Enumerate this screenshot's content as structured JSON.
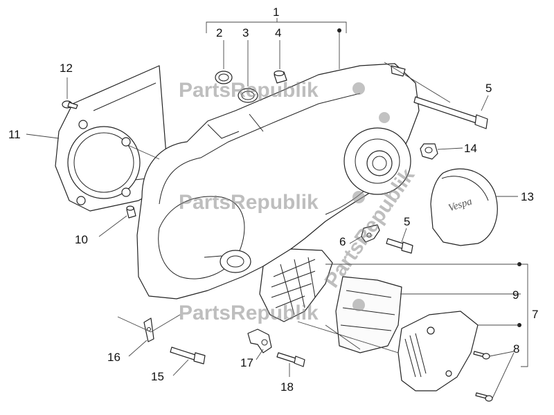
{
  "watermark": {
    "text": "PartsRepublik"
  },
  "cover_logo": {
    "text": "Vespa"
  },
  "callouts": [
    {
      "id": "c1",
      "label": "1"
    },
    {
      "id": "c2",
      "label": "2"
    },
    {
      "id": "c3",
      "label": "3"
    },
    {
      "id": "c4",
      "label": "4"
    },
    {
      "id": "c5a",
      "label": "5"
    },
    {
      "id": "c5b",
      "label": "5"
    },
    {
      "id": "c6",
      "label": "6"
    },
    {
      "id": "c7",
      "label": "7"
    },
    {
      "id": "c8",
      "label": "8"
    },
    {
      "id": "c9",
      "label": "9"
    },
    {
      "id": "c10",
      "label": "10"
    },
    {
      "id": "c11",
      "label": "11"
    },
    {
      "id": "c12",
      "label": "12"
    },
    {
      "id": "c13",
      "label": "13"
    },
    {
      "id": "c14",
      "label": "14"
    },
    {
      "id": "c15",
      "label": "15"
    },
    {
      "id": "c16",
      "label": "16"
    },
    {
      "id": "c17",
      "label": "17"
    },
    {
      "id": "c18",
      "label": "18"
    }
  ]
}
